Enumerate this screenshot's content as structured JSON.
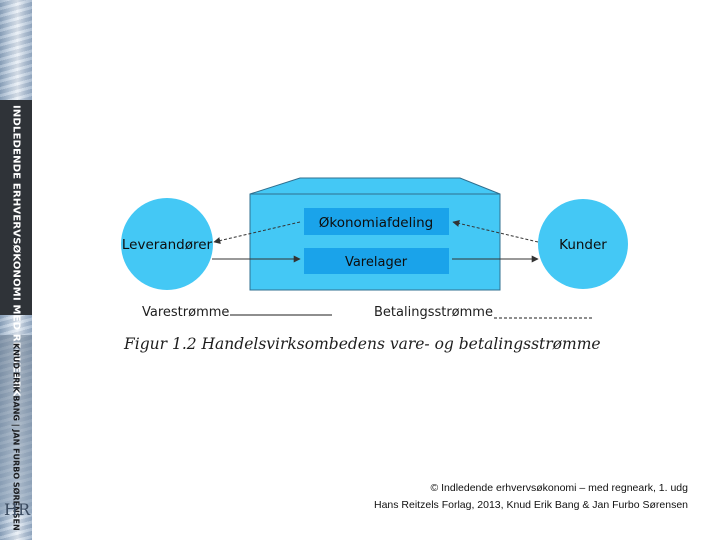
{
  "spine": {
    "title": "INDLEDENDE ERHVERVSØKONOMI MED REGNEARK",
    "authors": "KNUD ERIK BANG | JAN FURBO SØRENSEN",
    "logo_text": "HR"
  },
  "diagram": {
    "building_color": "#44c8f5",
    "box_color": "#1aa3ea",
    "node_color": "#44c8f5",
    "nodes": {
      "suppliers": "Leverandører",
      "customers": "Kunder",
      "finance": "Økonomiafdeling",
      "warehouse": "Varelager"
    },
    "legend": {
      "goods_flow": "Varestrømme",
      "payment_flow": "Betalingsstrømme"
    },
    "caption": "Figur 1.2 Handelsvirksombedens vare- og betalingsstrømme"
  },
  "credit": {
    "line1": "© Indledende erhvervsøkonomi – med regneark, 1. udg",
    "line2": "Hans Reitzels Forlag, 2013, Knud Erik Bang & Jan Furbo Sørensen"
  }
}
